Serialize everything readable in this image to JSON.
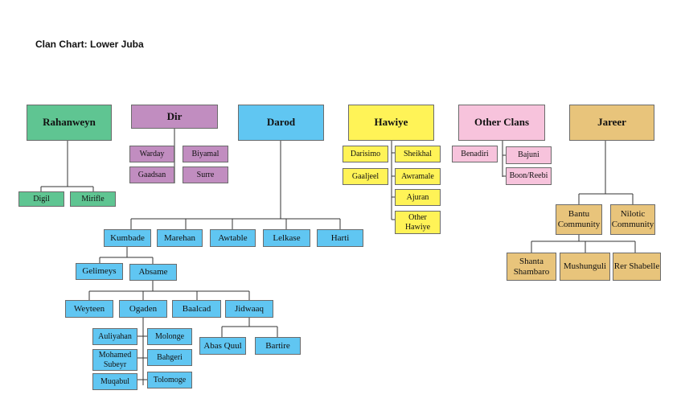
{
  "title": "Clan Chart: Lower Juba",
  "colors": {
    "rahanweyn": "#5fc592",
    "dir": "#c18dc0",
    "darod": "#60c6f2",
    "hawiye": "#fff357",
    "other_clans": "#f7c3dc",
    "jareer": "#e8c47b"
  },
  "families": {
    "rahanweyn": {
      "name": "Rahanweyn",
      "sub": [
        "Digil",
        "Mirifle"
      ]
    },
    "dir": {
      "name": "Dir",
      "sub": [
        "Warday",
        "Biyamal",
        "Gaadsan",
        "Surre"
      ]
    },
    "darod": {
      "name": "Darod",
      "sub": [
        "Kumbade",
        "Marehan",
        "Awtable",
        "Lelkase",
        "Harti"
      ],
      "kumbade": [
        "Gelimeys",
        "Absame"
      ],
      "absame": [
        "Weyteen",
        "Ogaden",
        "Baalcad",
        "Jidwaaq"
      ],
      "ogaden": [
        "Auliyahan",
        "Molonge",
        "Mohamed Subeyr",
        "Bahgeri",
        "Muqabul",
        "Tolomoge"
      ],
      "jidwaaq": [
        "Abas Quul",
        "Bartire"
      ]
    },
    "hawiye": {
      "name": "Hawiye",
      "sub": [
        "Darisimo",
        "Sheikhal",
        "Gaaljeel",
        "Awramale",
        "Ajuran",
        "Other Hawiye"
      ]
    },
    "other_clans": {
      "name": "Other Clans",
      "sub": [
        "Benadiri",
        "Bajuni",
        "Boon/Reebi"
      ]
    },
    "jareer": {
      "name": "Jareer",
      "sub": [
        "Bantu Community",
        "Nilotic Community"
      ],
      "bantu": [
        "Shanta Shambaro",
        "Mushunguli",
        "Rer Shabelle"
      ]
    }
  }
}
